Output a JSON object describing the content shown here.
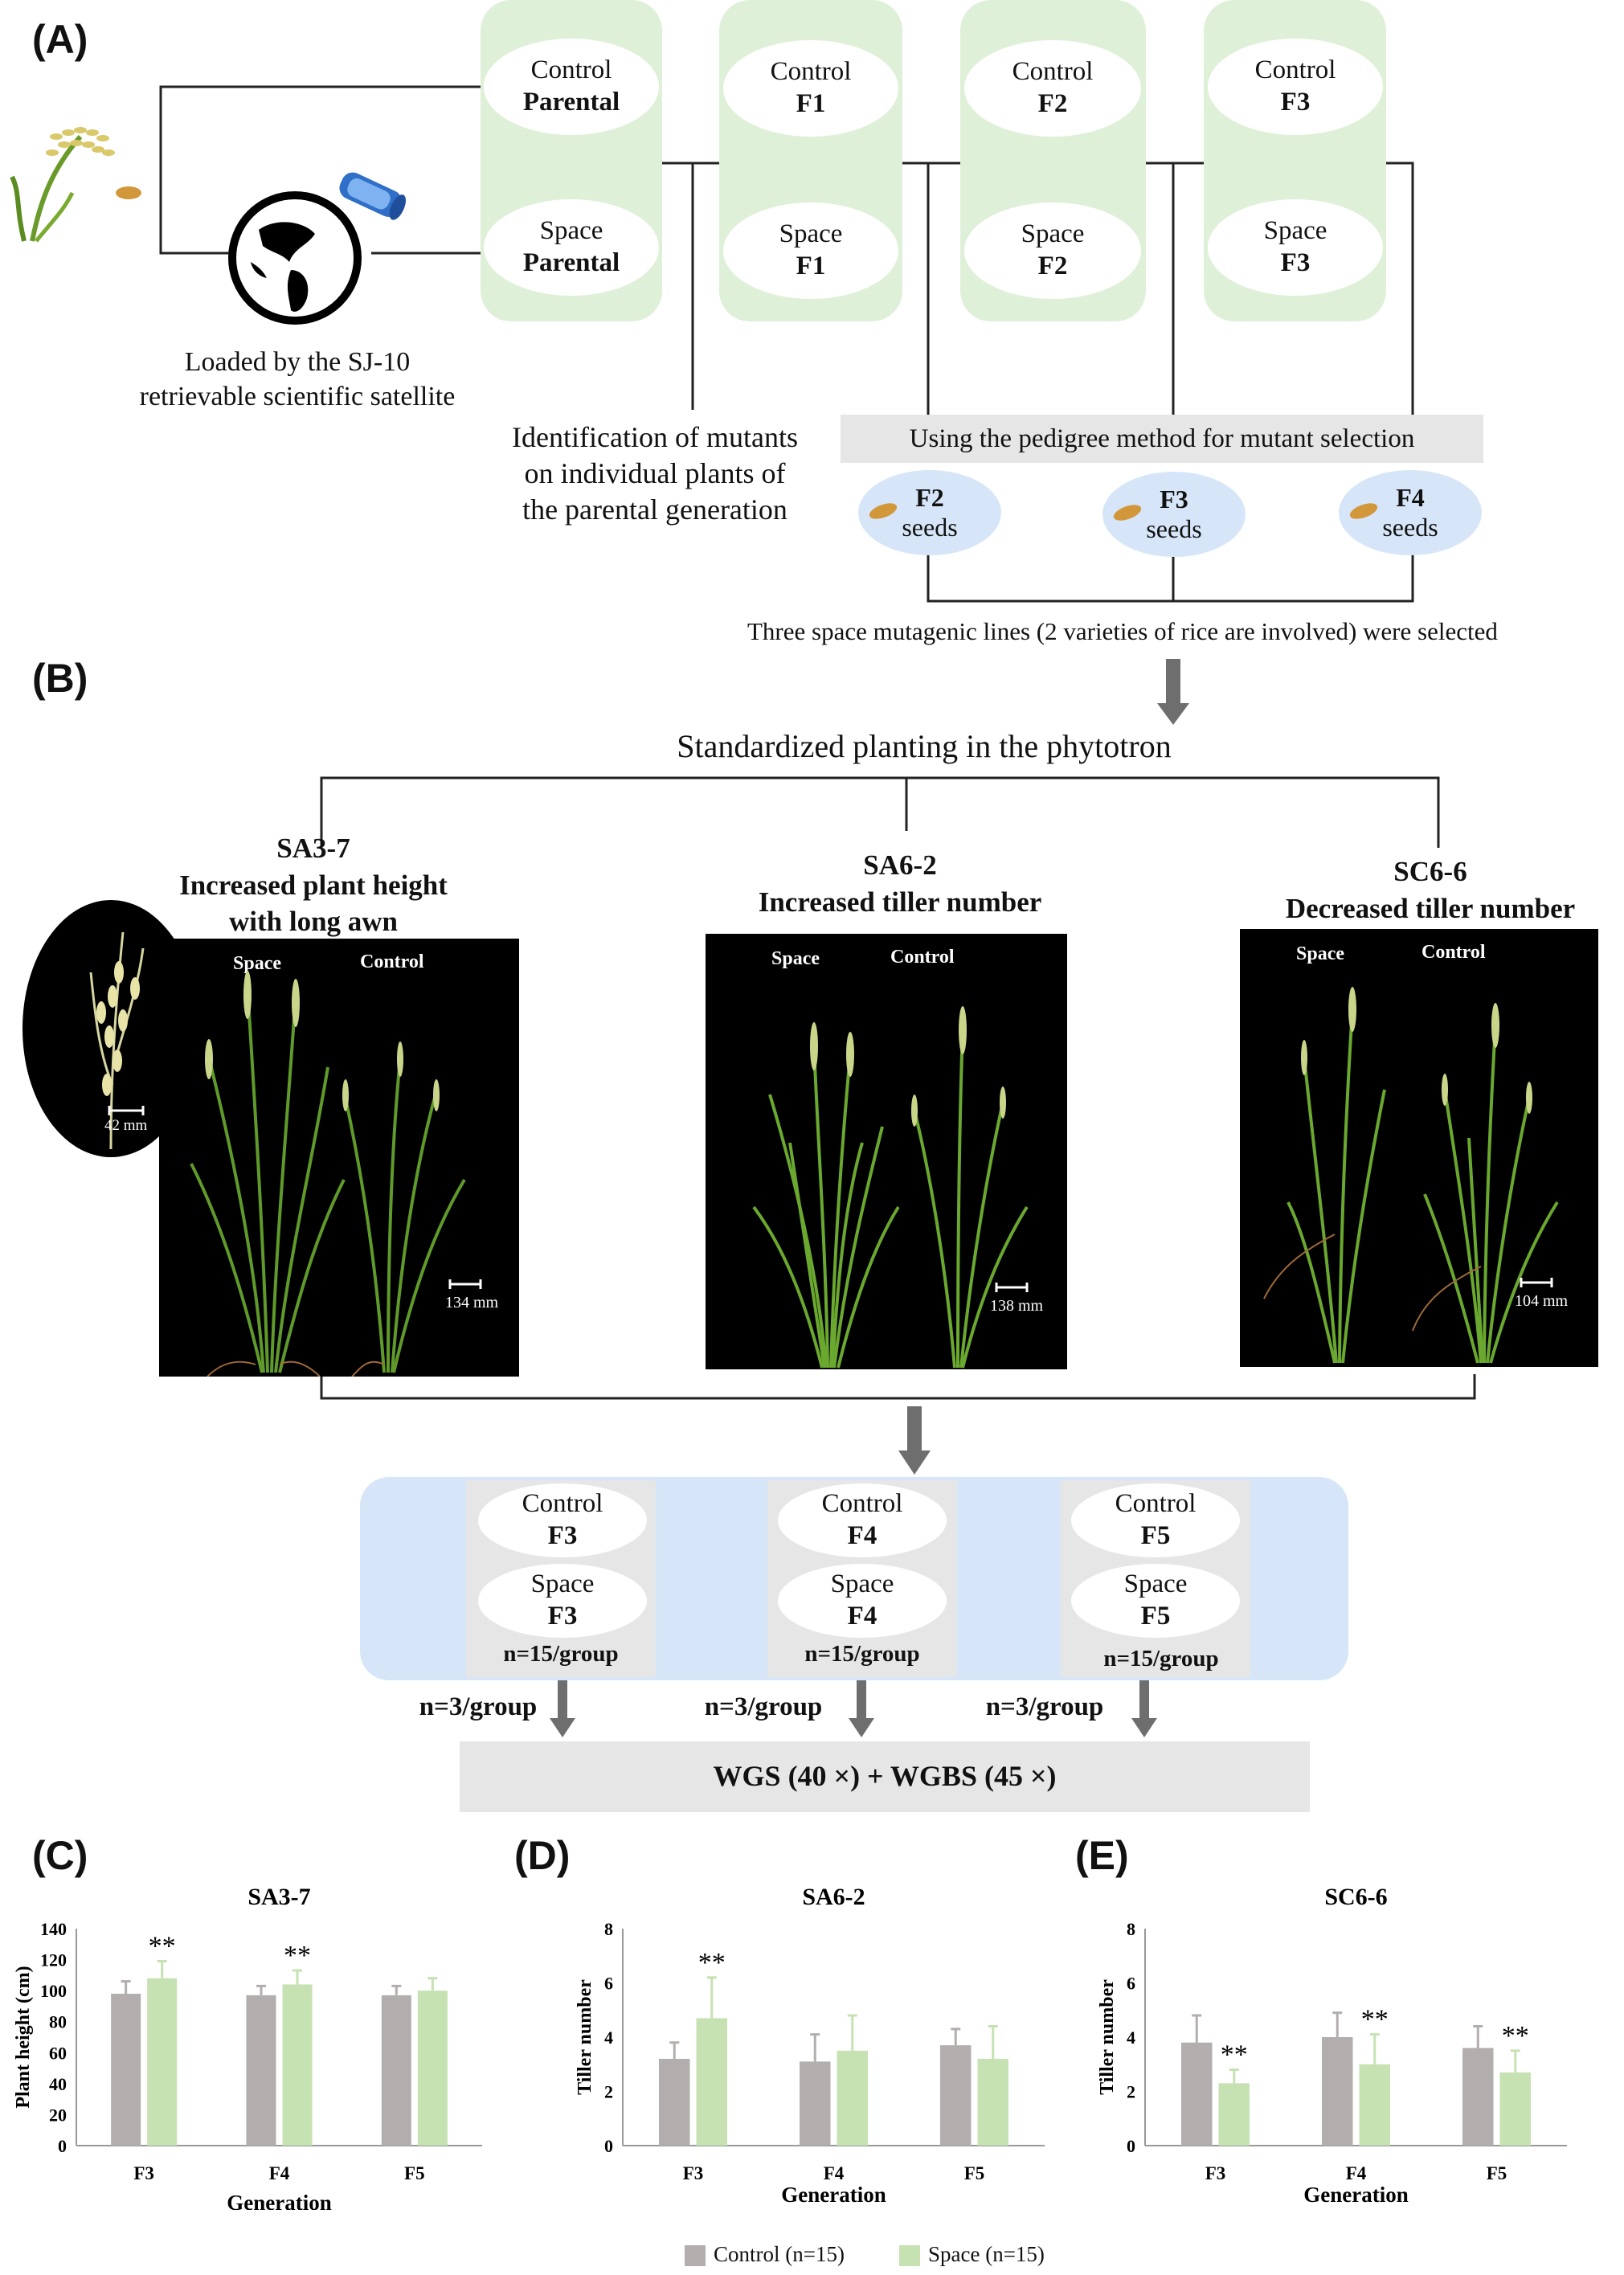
{
  "panels": {
    "A": "(A)",
    "B": "(B)",
    "C": "(C)",
    "D": "(D)",
    "E": "(E)"
  },
  "schemeA": {
    "satellite_caption_1": "Loaded by the SJ-10",
    "satellite_caption_2": "retrievable scientific satellite",
    "generations": [
      {
        "control_top": "Control",
        "control_bottom": "Parental",
        "space_top": "Space",
        "space_bottom": "Parental"
      },
      {
        "control_top": "Control",
        "control_bottom": "F1",
        "space_top": "Space",
        "space_bottom": "F1"
      },
      {
        "control_top": "Control",
        "control_bottom": "F2",
        "space_top": "Space",
        "space_bottom": "F2"
      },
      {
        "control_top": "Control",
        "control_bottom": "F3",
        "space_top": "Space",
        "space_bottom": "F3"
      }
    ],
    "identification_1": "Identification of mutants",
    "identification_2": "on individual plants of",
    "identification_3": "the parental generation",
    "pedigree": "Using the pedigree method for mutant selection",
    "seeds": [
      {
        "gen": "F2",
        "word": "seeds"
      },
      {
        "gen": "F3",
        "word": "seeds"
      },
      {
        "gen": "F4",
        "word": "seeds"
      }
    ],
    "selected": "Three space mutagenic lines (2 varieties of rice are involved) were selected"
  },
  "schemeB": {
    "planting": "Standardized planting in  the phytotron",
    "lines": [
      {
        "id": "SA3-7",
        "desc_1": "Increased plant height",
        "desc_2": "with long awn",
        "space": "Space",
        "control": "Control",
        "scale": "134 mm",
        "inset_scale": "42 mm"
      },
      {
        "id": "SA6-2",
        "desc_1": "Increased tiller number",
        "desc_2": "",
        "space": "Space",
        "control": "Control",
        "scale": "138 mm"
      },
      {
        "id": "SC6-6",
        "desc_1": "Decreased tiller number",
        "desc_2": "",
        "space": "Space",
        "control": "Control",
        "scale": "104 mm"
      }
    ],
    "groups": [
      {
        "control": "Control",
        "cgen": "F3",
        "space": "Space",
        "sgen": "F3",
        "n": "n=15/group",
        "sample": "n=3/group"
      },
      {
        "control": "Control",
        "cgen": "F4",
        "space": "Space",
        "sgen": "F4",
        "n": "n=15/group",
        "sample": "n=3/group"
      },
      {
        "control": "Control",
        "cgen": "F5",
        "space": "Space",
        "sgen": "F5",
        "n": "n=15/group",
        "sample": "n=3/group"
      }
    ],
    "sequencing": "WGS (40 ×) + WGBS (45 ×)"
  },
  "legend": {
    "control": "Control (n=15)",
    "space": "Space (n=15)"
  },
  "colors": {
    "control": "#b3aeae",
    "space": "#c6e2b3",
    "green_box": "#dff0d8",
    "blue_box": "#d6e6f8",
    "arrow": "#6e6e6e"
  },
  "chart_data": [
    {
      "type": "bar",
      "title": "SA3-7",
      "xlabel": "Generation",
      "ylabel": "Plant height (cm)",
      "ylim": [
        0,
        140
      ],
      "yticks": [
        0,
        20,
        40,
        60,
        80,
        100,
        120,
        140
      ],
      "categories": [
        "F3",
        "F4",
        "F5"
      ],
      "series": [
        {
          "name": "Control (n=15)",
          "values": [
            98,
            97,
            97
          ],
          "errors": [
            8,
            6,
            6
          ]
        },
        {
          "name": "Space (n=15)",
          "values": [
            108,
            104,
            100
          ],
          "errors": [
            11,
            9,
            8
          ]
        }
      ],
      "annotations": [
        {
          "category": "F3",
          "series": "Space (n=15)",
          "text": "**"
        },
        {
          "category": "F4",
          "series": "Space (n=15)",
          "text": "**"
        }
      ]
    },
    {
      "type": "bar",
      "title": "SA6-2",
      "xlabel": "Generation",
      "ylabel": "Tiller number",
      "ylim": [
        0,
        8
      ],
      "yticks": [
        0,
        2,
        4,
        6,
        8
      ],
      "categories": [
        "F3",
        "F4",
        "F5"
      ],
      "series": [
        {
          "name": "Control (n=15)",
          "values": [
            3.2,
            3.1,
            3.7
          ],
          "errors": [
            0.6,
            1.0,
            0.6
          ]
        },
        {
          "name": "Space (n=15)",
          "values": [
            4.7,
            3.5,
            3.2
          ],
          "errors": [
            1.5,
            1.3,
            1.2
          ]
        }
      ],
      "annotations": [
        {
          "category": "F3",
          "series": "Space (n=15)",
          "text": "**"
        }
      ]
    },
    {
      "type": "bar",
      "title": "SC6-6",
      "xlabel": "Generation",
      "ylabel": "Tiller number",
      "ylim": [
        0,
        8
      ],
      "yticks": [
        0,
        2,
        4,
        6,
        8
      ],
      "categories": [
        "F3",
        "F4",
        "F5"
      ],
      "series": [
        {
          "name": "Control (n=15)",
          "values": [
            3.8,
            4.0,
            3.6
          ],
          "errors": [
            1.0,
            0.9,
            0.8
          ]
        },
        {
          "name": "Space (n=15)",
          "values": [
            2.3,
            3.0,
            2.7
          ],
          "errors": [
            0.5,
            1.1,
            0.8
          ]
        }
      ],
      "annotations": [
        {
          "category": "F3",
          "series": "Space (n=15)",
          "text": "**"
        },
        {
          "category": "F4",
          "series": "Space (n=15)",
          "text": "**"
        },
        {
          "category": "F5",
          "series": "Space (n=15)",
          "text": "**"
        }
      ]
    }
  ]
}
